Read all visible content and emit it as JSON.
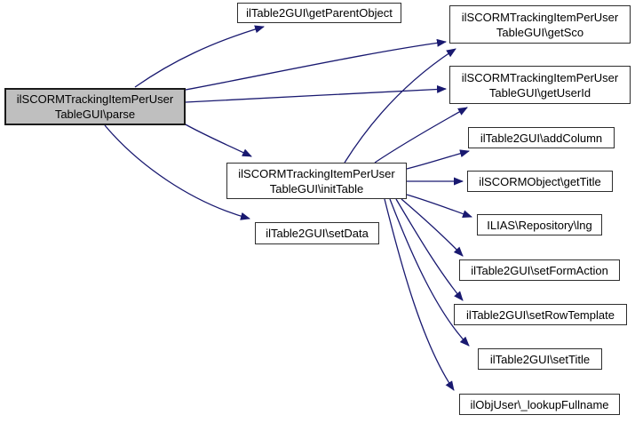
{
  "diagram": {
    "type": "call-graph",
    "colors": {
      "edge": "#191970",
      "node_fill": "#ffffff",
      "node_border": "#2e2e2e",
      "highlight_fill": "#bfbfbf",
      "text": "#000000"
    },
    "nodes": [
      {
        "id": "parse",
        "label": "ilSCORMTrackingItemPerUser\nTableGUI\\parse",
        "highlighted": true
      },
      {
        "id": "getParentObject",
        "label": "ilTable2GUI\\getParentObject",
        "highlighted": false
      },
      {
        "id": "getSco",
        "label": "ilSCORMTrackingItemPerUser\nTableGUI\\getSco",
        "highlighted": false
      },
      {
        "id": "getUserId",
        "label": "ilSCORMTrackingItemPerUser\nTableGUI\\getUserId",
        "highlighted": false
      },
      {
        "id": "addColumn",
        "label": "ilTable2GUI\\addColumn",
        "highlighted": false
      },
      {
        "id": "initTable",
        "label": "ilSCORMTrackingItemPerUser\nTableGUI\\initTable",
        "highlighted": false
      },
      {
        "id": "getTitle",
        "label": "ilSCORMObject\\getTitle",
        "highlighted": false
      },
      {
        "id": "lng",
        "label": "ILIAS\\Repository\\lng",
        "highlighted": false
      },
      {
        "id": "setData",
        "label": "ilTable2GUI\\setData",
        "highlighted": false
      },
      {
        "id": "setFormAction",
        "label": "ilTable2GUI\\setFormAction",
        "highlighted": false
      },
      {
        "id": "setRowTemplate",
        "label": "ilTable2GUI\\setRowTemplate",
        "highlighted": false
      },
      {
        "id": "setTitle",
        "label": "ilTable2GUI\\setTitle",
        "highlighted": false
      },
      {
        "id": "lookupFullname",
        "label": "ilObjUser\\_lookupFullname",
        "highlighted": false
      }
    ],
    "edges": [
      {
        "from": "parse",
        "to": "getParentObject"
      },
      {
        "from": "parse",
        "to": "getSco"
      },
      {
        "from": "parse",
        "to": "getUserId"
      },
      {
        "from": "parse",
        "to": "initTable"
      },
      {
        "from": "parse",
        "to": "setData"
      },
      {
        "from": "initTable",
        "to": "getSco"
      },
      {
        "from": "initTable",
        "to": "getUserId"
      },
      {
        "from": "initTable",
        "to": "addColumn"
      },
      {
        "from": "initTable",
        "to": "getTitle"
      },
      {
        "from": "initTable",
        "to": "lng"
      },
      {
        "from": "initTable",
        "to": "setFormAction"
      },
      {
        "from": "initTable",
        "to": "setRowTemplate"
      },
      {
        "from": "initTable",
        "to": "setTitle"
      },
      {
        "from": "initTable",
        "to": "lookupFullname"
      }
    ]
  }
}
